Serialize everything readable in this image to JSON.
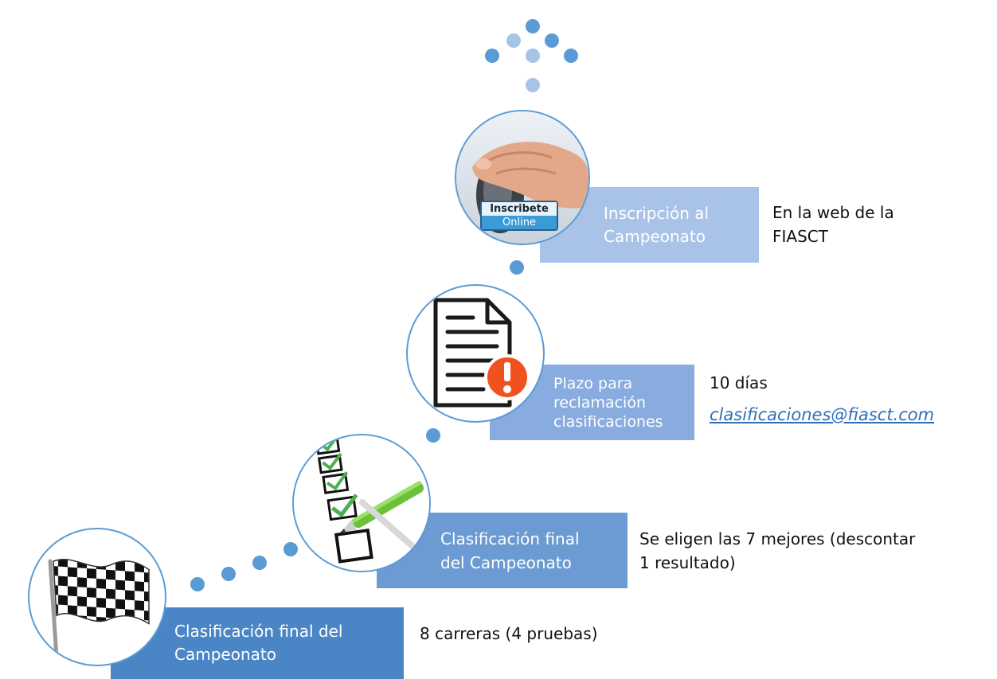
{
  "colors": {
    "dot": "#5b9bd5",
    "dot_light": "#a7c4e6",
    "box_level1": "#4a86c5",
    "box_level2": "#6b9bd2",
    "box_level3": "#89ace0",
    "box_level4": "#a9c3e8",
    "link": "#2f6fb8"
  },
  "steps": [
    {
      "box_lines": [
        "Inscripción al",
        "Campeonato"
      ],
      "desc_lines": [
        "En la web de la",
        "FIASCT"
      ],
      "icon": "mouse-hand-icon",
      "badge": {
        "line1": "Inscribete",
        "line2": "Online"
      }
    },
    {
      "box_lines": [
        "Plazo para",
        "reclamación",
        "clasificaciones"
      ],
      "desc_lines": [
        "10 días"
      ],
      "link": "clasificaciones@fiasct.com",
      "icon": "document-warning-icon"
    },
    {
      "box_lines": [
        "Clasificación final",
        "del Campeonato"
      ],
      "desc_lines": [
        "Se eligen las 7 mejores (descontar",
        "1 resultado)"
      ],
      "icon": "checklist-icon"
    },
    {
      "box_lines": [
        "Clasificación final del",
        "Campeonato"
      ],
      "desc_lines": [
        "8 carreras (4 pruebas)"
      ],
      "icon": "checkered-flag-icon"
    }
  ]
}
